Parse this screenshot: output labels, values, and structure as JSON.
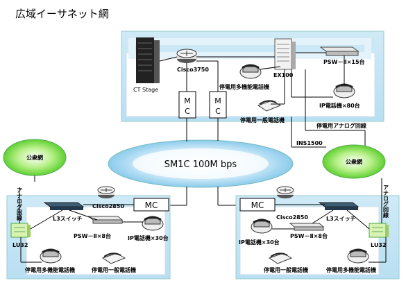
{
  "title": "広域イーサネット網",
  "backbone": {
    "label": "SM1C 100M bps"
  },
  "public_left": "公衆網",
  "public_right": "公衆網",
  "ins_label": "INS1500",
  "hq": {
    "ct_stage": "CT Stage",
    "router_label": "Cisco3750",
    "ex100": "EX100",
    "mc1": "M\nC",
    "mc2": "M\nC",
    "psw_label": "PSW－Ⅱ×15台",
    "ip_phone_label": "IP電話機×80台",
    "multi_phone_label": "停電用多機能電話機",
    "basic_phone_label": "停電用一般電話機",
    "analog_label": "停電用アナログ回線"
  },
  "left_site": {
    "analog_vertical": "アナログ回線",
    "mc": "MC",
    "router_label": "Cisco2850",
    "l3_label": "L3スイッチ",
    "psw_label": "PSW－Ⅱ×8台",
    "ip_phone_label": "IP電話機×30台",
    "lu32": "LU32",
    "multi_phone_label": "停電用多機能電話機",
    "basic_phone_label": "停電用一般電話機"
  },
  "right_site": {
    "analog_vertical": "アナログ回線",
    "mc": "MC",
    "router_label": "Cisco2850",
    "l3_label": "L3スイッチ",
    "psw_label": "PSW－Ⅱ×8台",
    "ip_phone_label": "IP電話機×30台",
    "lu32": "LU32",
    "multi_phone_label": "停電用多機能電話機",
    "basic_phone_label": "停電用一般電話機"
  }
}
